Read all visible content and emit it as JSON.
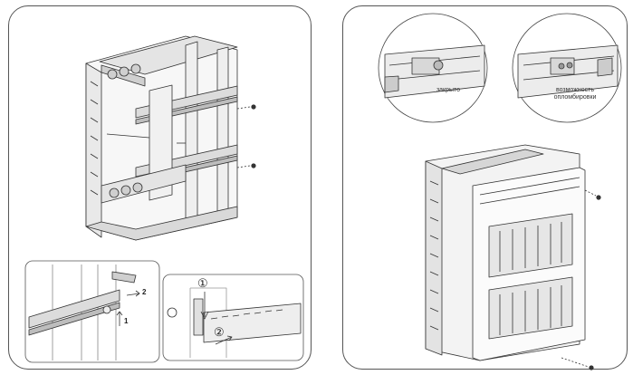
{
  "labels": {
    "closed": "закрыто",
    "sealing_line1": "возможность",
    "sealing_line2": "опломбировки"
  },
  "steps": {
    "inset1_step1": "1",
    "inset1_step2": "2",
    "inset2_step1": "①",
    "inset2_step2": "②"
  },
  "colors": {
    "line": "#333333",
    "frame": "#555555",
    "shade": "#dcdcdc",
    "light": "#f2f2f2"
  }
}
